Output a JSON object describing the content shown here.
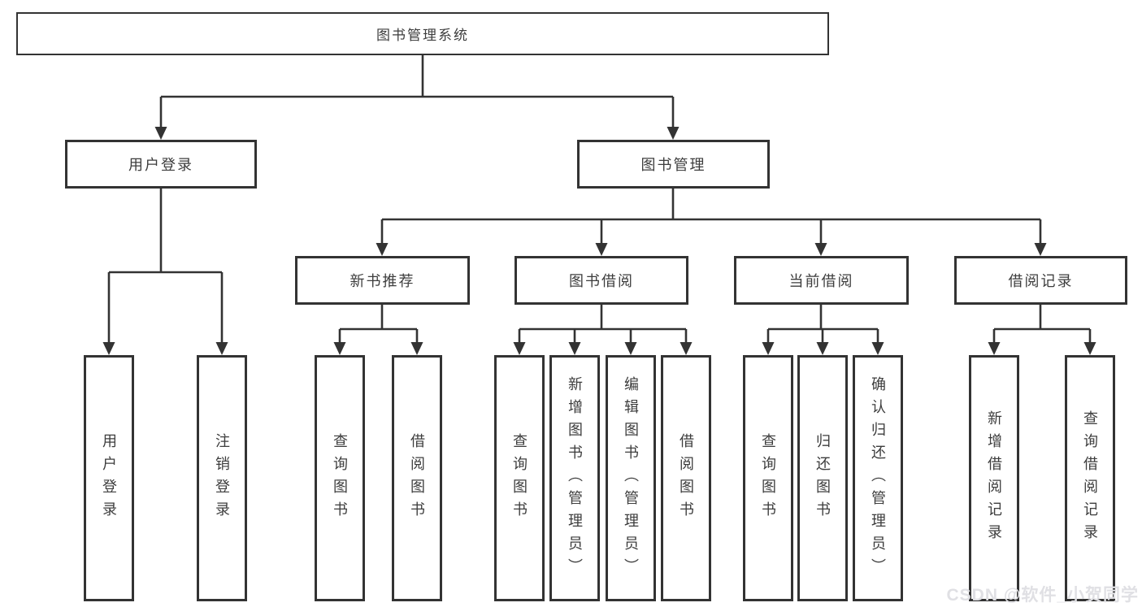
{
  "nodes": {
    "root": "图书管理系统",
    "level2": [
      "用户登录",
      "图书管理"
    ],
    "level3": [
      "新书推荐",
      "图书借阅",
      "当前借阅",
      "借阅记录"
    ],
    "leaves_login": [
      "用户登录",
      "注销登录"
    ],
    "leaves_recommend": [
      "查询图书",
      "借阅图书"
    ],
    "leaves_borrow": [
      "查询图书",
      "新增图书（管理员）",
      "编辑图书（管理员）",
      "借阅图书"
    ],
    "leaves_current": [
      "查询图书",
      "归还图书",
      "确认归还（管理员）"
    ],
    "leaves_records": [
      "新增借阅记录",
      "查询借阅记录"
    ]
  },
  "watermark": "CSDN @软件_小贺同学",
  "colors": {
    "line": "#333333",
    "text": "#3d3d3d",
    "background": "#ffffff",
    "watermark": "#e0e0e4"
  }
}
